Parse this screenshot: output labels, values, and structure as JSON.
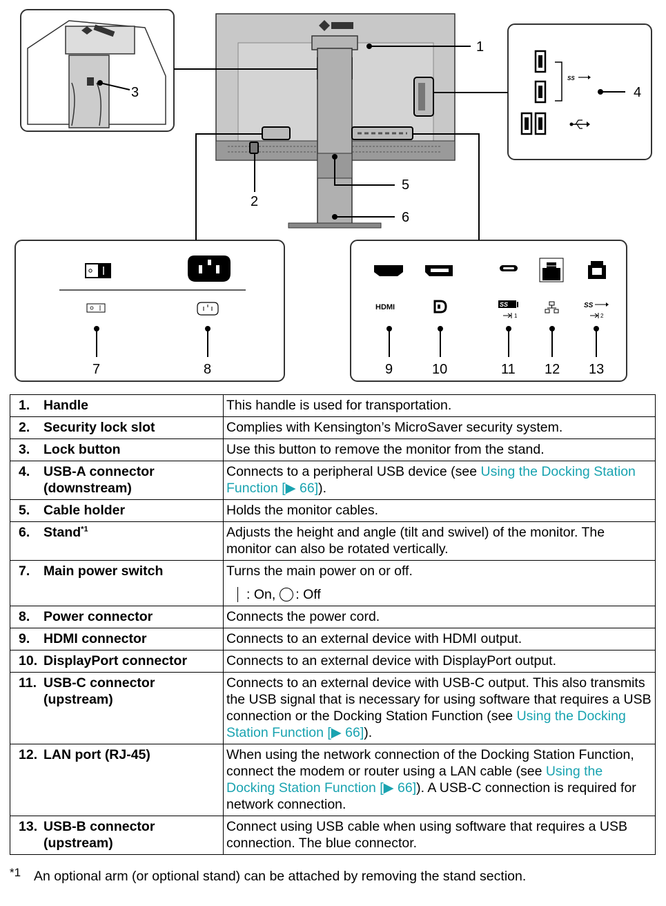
{
  "callouts": {
    "c1": "1",
    "c2": "2",
    "c3": "3",
    "c4": "4",
    "c5": "5",
    "c6": "6",
    "c7": "7",
    "c8": "8",
    "c9": "9",
    "c10": "10",
    "c11": "11",
    "c12": "12",
    "c13": "13"
  },
  "port_labels": {
    "hdmi": "HDMI",
    "usb_ss_top": "SS",
    "usb_ss_13": "SS",
    "usbc_sub": "1",
    "usbb_sub": "2"
  },
  "rows": [
    {
      "num": "1.",
      "name": "Handle",
      "desc": "This handle is used for transportation."
    },
    {
      "num": "2.",
      "name": "Security lock slot",
      "desc": "Complies with Kensington’s MicroSaver security system."
    },
    {
      "num": "3.",
      "name": "Lock button",
      "desc": "Use this button to remove the monitor from the stand."
    },
    {
      "num": "4.",
      "name": "USB-A connector (downstream)",
      "desc_a": "Connects to a peripheral USB device (see ",
      "link": "Using the Docking Station Function [▶ 66]",
      "desc_b": ")."
    },
    {
      "num": "5.",
      "name": "Cable holder",
      "desc": "Holds the monitor cables."
    },
    {
      "num": "6.",
      "name": "Stand",
      "sup": "*1",
      "desc": "Adjusts the height and angle (tilt and swivel) of the monitor. The monitor can also be rotated vertically."
    },
    {
      "num": "7.",
      "name": "Main power switch",
      "desc": "Turns the main power on or off.",
      "on": ": On,",
      "off": ": Off"
    },
    {
      "num": "8.",
      "name": "Power connector",
      "desc": "Connects the power cord."
    },
    {
      "num": "9.",
      "name": "HDMI connector",
      "desc": "Connects to an external device with HDMI output."
    },
    {
      "num": "10.",
      "name": "DisplayPort connector",
      "desc": "Connects to an external device with DisplayPort output."
    },
    {
      "num": "11.",
      "name": "USB-C connector (upstream)",
      "desc_a": "Connects to an external device with USB-C output. This also transmits the USB signal that is necessary for using software that requires a USB connection or the Docking Station Function (see ",
      "link": "Using the Docking Station Function [▶ 66]",
      "desc_b": ")."
    },
    {
      "num": "12.",
      "name": "LAN port (RJ-45)",
      "desc_a": "When using the network connection of the Docking Station Function, connect the modem or router using a LAN cable (see ",
      "link": "Using the Docking Station Function [▶ 66]",
      "desc_b": "). A USB-C connection is required for network connection."
    },
    {
      "num": "13.",
      "name": "USB-B connector (upstream)",
      "desc": "Connect using USB cable when using software that requires a USB connection. The blue connector."
    }
  ],
  "footnote": {
    "mark": "*1",
    "text": "An optional arm (or optional stand) can be attached by removing the stand section."
  },
  "colors": {
    "link": "#19a3b0",
    "monitor_body": "#c8c8c8",
    "stand": "#a8a8a8"
  }
}
